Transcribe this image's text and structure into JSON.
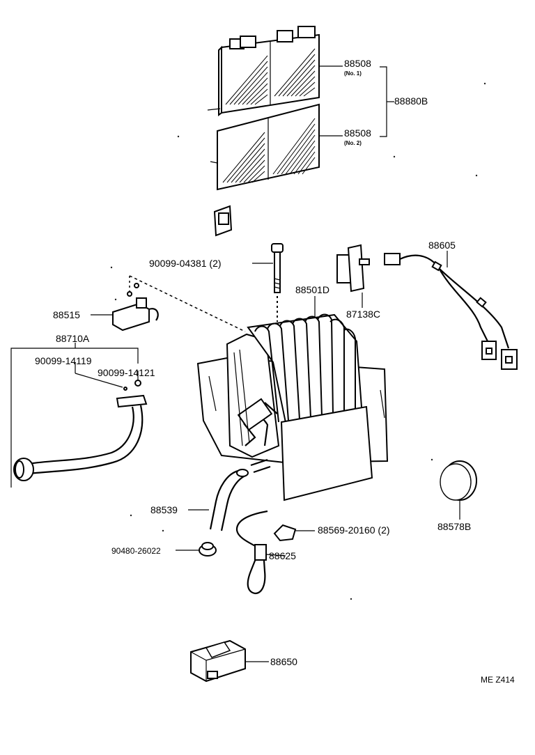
{
  "labels": {
    "filter_top": "88508",
    "filter_top_no": "(No. 1)",
    "filter_bottom": "88508",
    "filter_bottom_no": "(No. 2)",
    "filter_set": "88880B",
    "bolt": "90099-04381 (2)",
    "evaporator": "88501D",
    "relay": "87138C",
    "harness": "88605",
    "valve": "88515",
    "tube_assy": "88710A",
    "oring_a": "90099-14119",
    "oring_b": "90099-14121",
    "hose": "88539",
    "grommet": "90480-26022",
    "clip": "88569-20160 (2)",
    "thermistor": "88625",
    "plug": "88578B",
    "amplifier": "88650",
    "diagram_code": "ME Z414"
  }
}
